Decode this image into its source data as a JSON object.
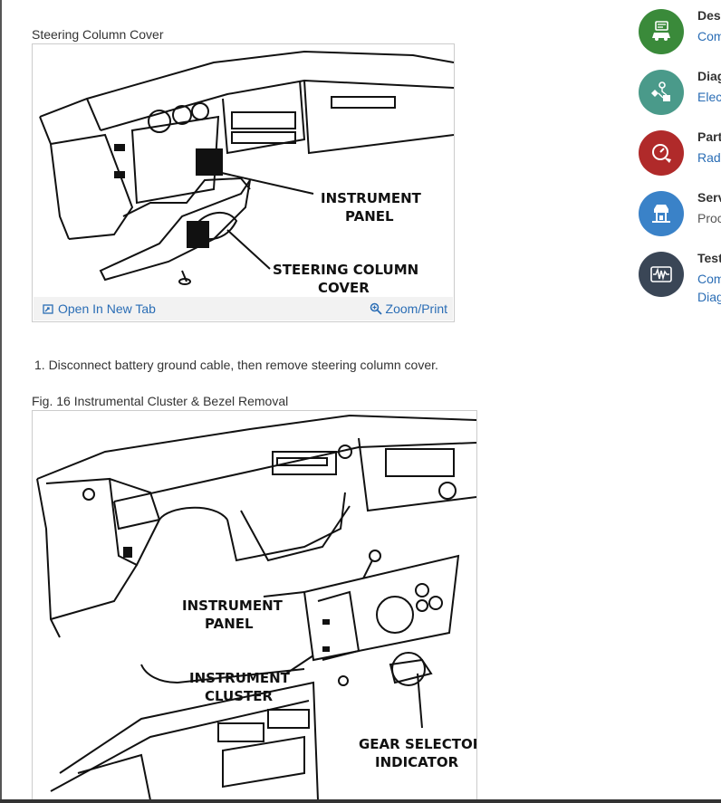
{
  "figure1": {
    "caption": "Steering Column Cover",
    "labels": [
      "INSTRUMENT",
      "PANEL",
      "STEERING COLUMN",
      "COVER"
    ],
    "open_label": "Open In New Tab",
    "zoom_label": "Zoom/Print"
  },
  "step": "1. Disconnect battery ground cable, then remove steering column cover.",
  "figure2": {
    "caption": "Fig. 16 Instrumental Cluster & Bezel Removal",
    "labels": [
      "INSTRUMENT",
      "PANEL",
      "INSTRUMENT",
      "CLUSTER",
      "GEAR SELECTOR",
      "INDICATOR"
    ]
  },
  "sidebar": [
    {
      "title": "Desc",
      "lines": [
        "Com"
      ],
      "color": "#3a8a3a",
      "icon": "car-info-icon"
    },
    {
      "title": "Diag",
      "lines": [
        "Elec"
      ],
      "color": "#4a9a8a",
      "icon": "diagnostic-flow-icon"
    },
    {
      "title": "Part",
      "lines": [
        "Rad"
      ],
      "color": "#b02a2a",
      "icon": "parts-gauge-icon"
    },
    {
      "title": "Serv",
      "lines": [
        "Proc"
      ],
      "color": "#3a82c8",
      "icon": "service-lift-icon"
    },
    {
      "title": "Test",
      "lines": [
        "Com",
        "Diag"
      ],
      "color": "#3a4656",
      "icon": "waveform-icon"
    }
  ]
}
